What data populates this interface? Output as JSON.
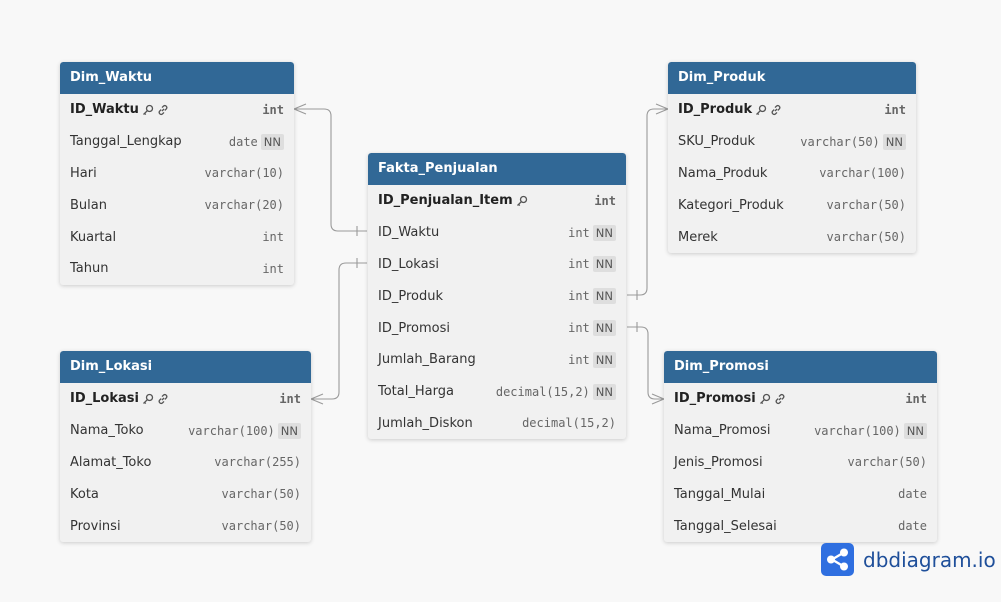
{
  "tables": {
    "dim_waktu": {
      "title": "Dim_Waktu",
      "columns": [
        {
          "name": "ID_Waktu",
          "type": "int",
          "pk": true
        },
        {
          "name": "Tanggal_Lengkap",
          "type": "date",
          "nn": "NN"
        },
        {
          "name": "Hari",
          "type": "varchar(10)"
        },
        {
          "name": "Bulan",
          "type": "varchar(20)"
        },
        {
          "name": "Kuartal",
          "type": "int"
        },
        {
          "name": "Tahun",
          "type": "int"
        }
      ]
    },
    "fakta": {
      "title": "Fakta_Penjualan",
      "columns": [
        {
          "name": "ID_Penjualan_Item",
          "type": "int",
          "pk": true
        },
        {
          "name": "ID_Waktu",
          "type": "int",
          "nn": "NN"
        },
        {
          "name": "ID_Lokasi",
          "type": "int",
          "nn": "NN"
        },
        {
          "name": "ID_Produk",
          "type": "int",
          "nn": "NN"
        },
        {
          "name": "ID_Promosi",
          "type": "int",
          "nn": "NN"
        },
        {
          "name": "Jumlah_Barang",
          "type": "int",
          "nn": "NN"
        },
        {
          "name": "Total_Harga",
          "type": "decimal(15,2)",
          "nn": "NN"
        },
        {
          "name": "Jumlah_Diskon",
          "type": "decimal(15,2)"
        }
      ]
    },
    "dim_produk": {
      "title": "Dim_Produk",
      "columns": [
        {
          "name": "ID_Produk",
          "type": "int",
          "pk": true
        },
        {
          "name": "SKU_Produk",
          "type": "varchar(50)",
          "nn": "NN"
        },
        {
          "name": "Nama_Produk",
          "type": "varchar(100)"
        },
        {
          "name": "Kategori_Produk",
          "type": "varchar(50)"
        },
        {
          "name": "Merek",
          "type": "varchar(50)"
        }
      ]
    },
    "dim_lokasi": {
      "title": "Dim_Lokasi",
      "columns": [
        {
          "name": "ID_Lokasi",
          "type": "int",
          "pk": true
        },
        {
          "name": "Nama_Toko",
          "type": "varchar(100)",
          "nn": "NN"
        },
        {
          "name": "Alamat_Toko",
          "type": "varchar(255)"
        },
        {
          "name": "Kota",
          "type": "varchar(50)"
        },
        {
          "name": "Provinsi",
          "type": "varchar(50)"
        }
      ]
    },
    "dim_promosi": {
      "title": "Dim_Promosi",
      "columns": [
        {
          "name": "ID_Promosi",
          "type": "int",
          "pk": true
        },
        {
          "name": "Nama_Promosi",
          "type": "varchar(100)",
          "nn": "NN"
        },
        {
          "name": "Jenis_Promosi",
          "type": "varchar(50)"
        },
        {
          "name": "Tanggal_Mulai",
          "type": "date"
        },
        {
          "name": "Tanggal_Selesai",
          "type": "date"
        }
      ]
    }
  },
  "relationships": [
    {
      "from": "Fakta_Penjualan.ID_Waktu",
      "to": "Dim_Waktu.ID_Waktu"
    },
    {
      "from": "Fakta_Penjualan.ID_Lokasi",
      "to": "Dim_Lokasi.ID_Lokasi"
    },
    {
      "from": "Fakta_Penjualan.ID_Produk",
      "to": "Dim_Produk.ID_Produk"
    },
    {
      "from": "Fakta_Penjualan.ID_Promosi",
      "to": "Dim_Promosi.ID_Promosi"
    }
  ],
  "brand": {
    "name": "dbdiagram.io",
    "color": "#2f6fe0"
  },
  "colors": {
    "header": "#316896",
    "body": "#f1f1f1",
    "canvas": "#f8f8f8",
    "link": "#9a9a9a"
  }
}
